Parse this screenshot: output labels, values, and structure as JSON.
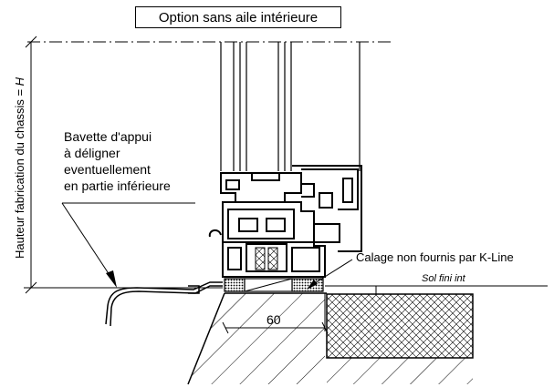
{
  "title": "Option sans aile intérieure",
  "labels": {
    "height_dimension": "Hauteur fabrication du chassis = ",
    "height_symbol": "H",
    "bavette_lines": [
      "Bavette d'appui",
      "à déligner",
      "eventuellement",
      "en partie inférieure"
    ],
    "calage": "Calage non fournis par K-Line",
    "sol_fini": "Sol fini int",
    "dimension_60": "60"
  },
  "colors": {
    "line": "#000000",
    "background": "#ffffff"
  }
}
